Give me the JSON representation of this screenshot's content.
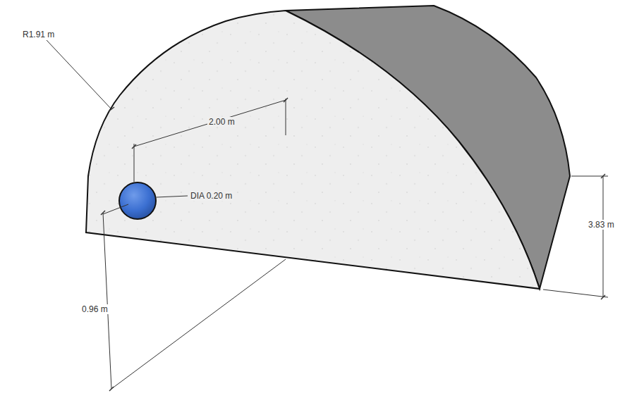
{
  "diagram": {
    "labels": [
      "R1.91 m",
      "2.00 m",
      "DIA 0.20 m",
      "0.96 m",
      "3.83 m"
    ]
  }
}
